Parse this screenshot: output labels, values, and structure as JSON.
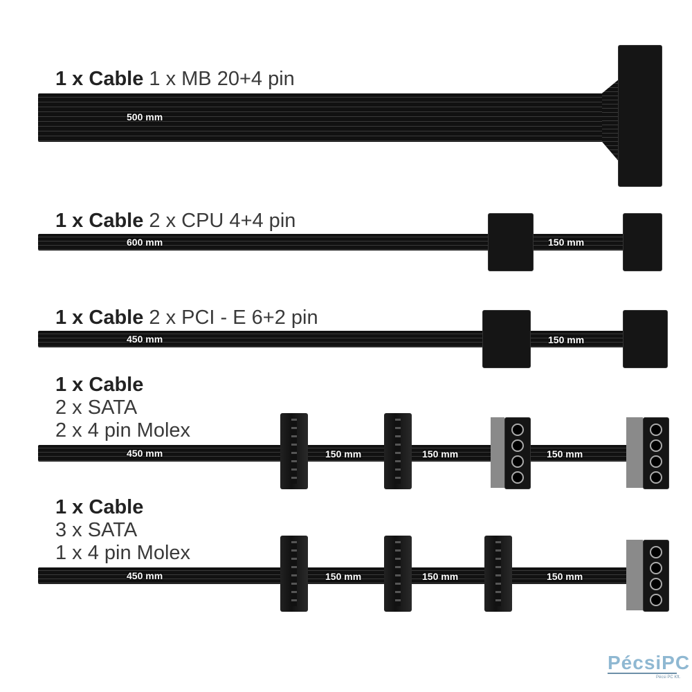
{
  "cables": [
    {
      "bold": "1 x Cable",
      "desc": "1 x MB 20+4 pin",
      "lengths": [
        "500 mm"
      ]
    },
    {
      "bold": "1 x Cable",
      "desc": "2 x CPU 4+4 pin",
      "lengths": [
        "600 mm",
        "150 mm"
      ]
    },
    {
      "bold": "1 x Cable",
      "desc": "2 x PCI - E 6+2 pin",
      "lengths": [
        "450 mm",
        "150 mm"
      ]
    },
    {
      "bold": "1 x Cable",
      "desc_lines": [
        "2 x SATA",
        "2 x 4 pin Molex"
      ],
      "lengths": [
        "450 mm",
        "150 mm",
        "150 mm",
        "150 mm"
      ]
    },
    {
      "bold": "1 x Cable",
      "desc_lines": [
        "3 x SATA",
        "1 x 4 pin Molex"
      ],
      "lengths": [
        "450 mm",
        "150 mm",
        "150 mm",
        "150 mm"
      ]
    }
  ],
  "logo": {
    "name": "PécsiPC",
    "sub": "Pécsi PC Kft."
  },
  "colors": {
    "cable": "#111111",
    "logo": "#8fb8d2"
  }
}
